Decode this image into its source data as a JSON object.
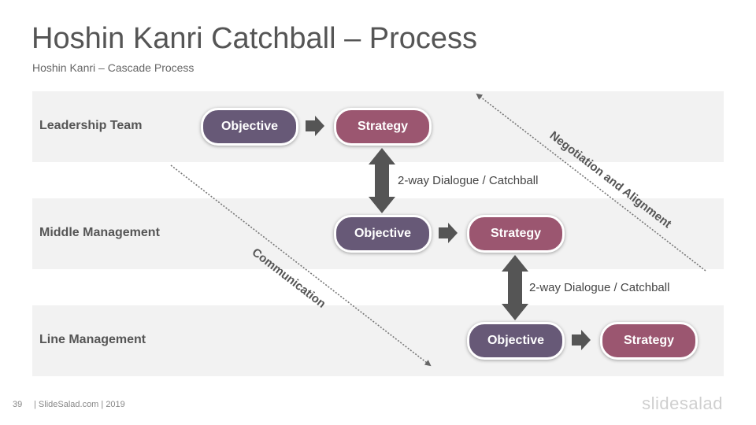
{
  "slide": {
    "title": "Hoshin Kanri Catchball – Process",
    "subtitle": "Hoshin Kanri – Cascade Process"
  },
  "levels": [
    {
      "label": "Leadership Team",
      "objective": "Objective",
      "strategy": "Strategy"
    },
    {
      "label": "Middle Management",
      "objective": "Objective",
      "strategy": "Strategy"
    },
    {
      "label": "Line Management",
      "objective": "Objective",
      "strategy": "Strategy"
    }
  ],
  "dialogues": [
    {
      "label": "2-way Dialogue / Catchball"
    },
    {
      "label": "2-way Dialogue / Catchball"
    }
  ],
  "flows": {
    "communication": "Communication",
    "negotiation": "Negotiation and Alignment"
  },
  "footer": {
    "page_number": "39",
    "credit": "| SlideSalad.com | 2019",
    "logo": "slidesalad"
  },
  "colors": {
    "objective": "#675977",
    "strategy": "#9b5670",
    "band": "#f2f2f2",
    "arrow": "#555555"
  }
}
